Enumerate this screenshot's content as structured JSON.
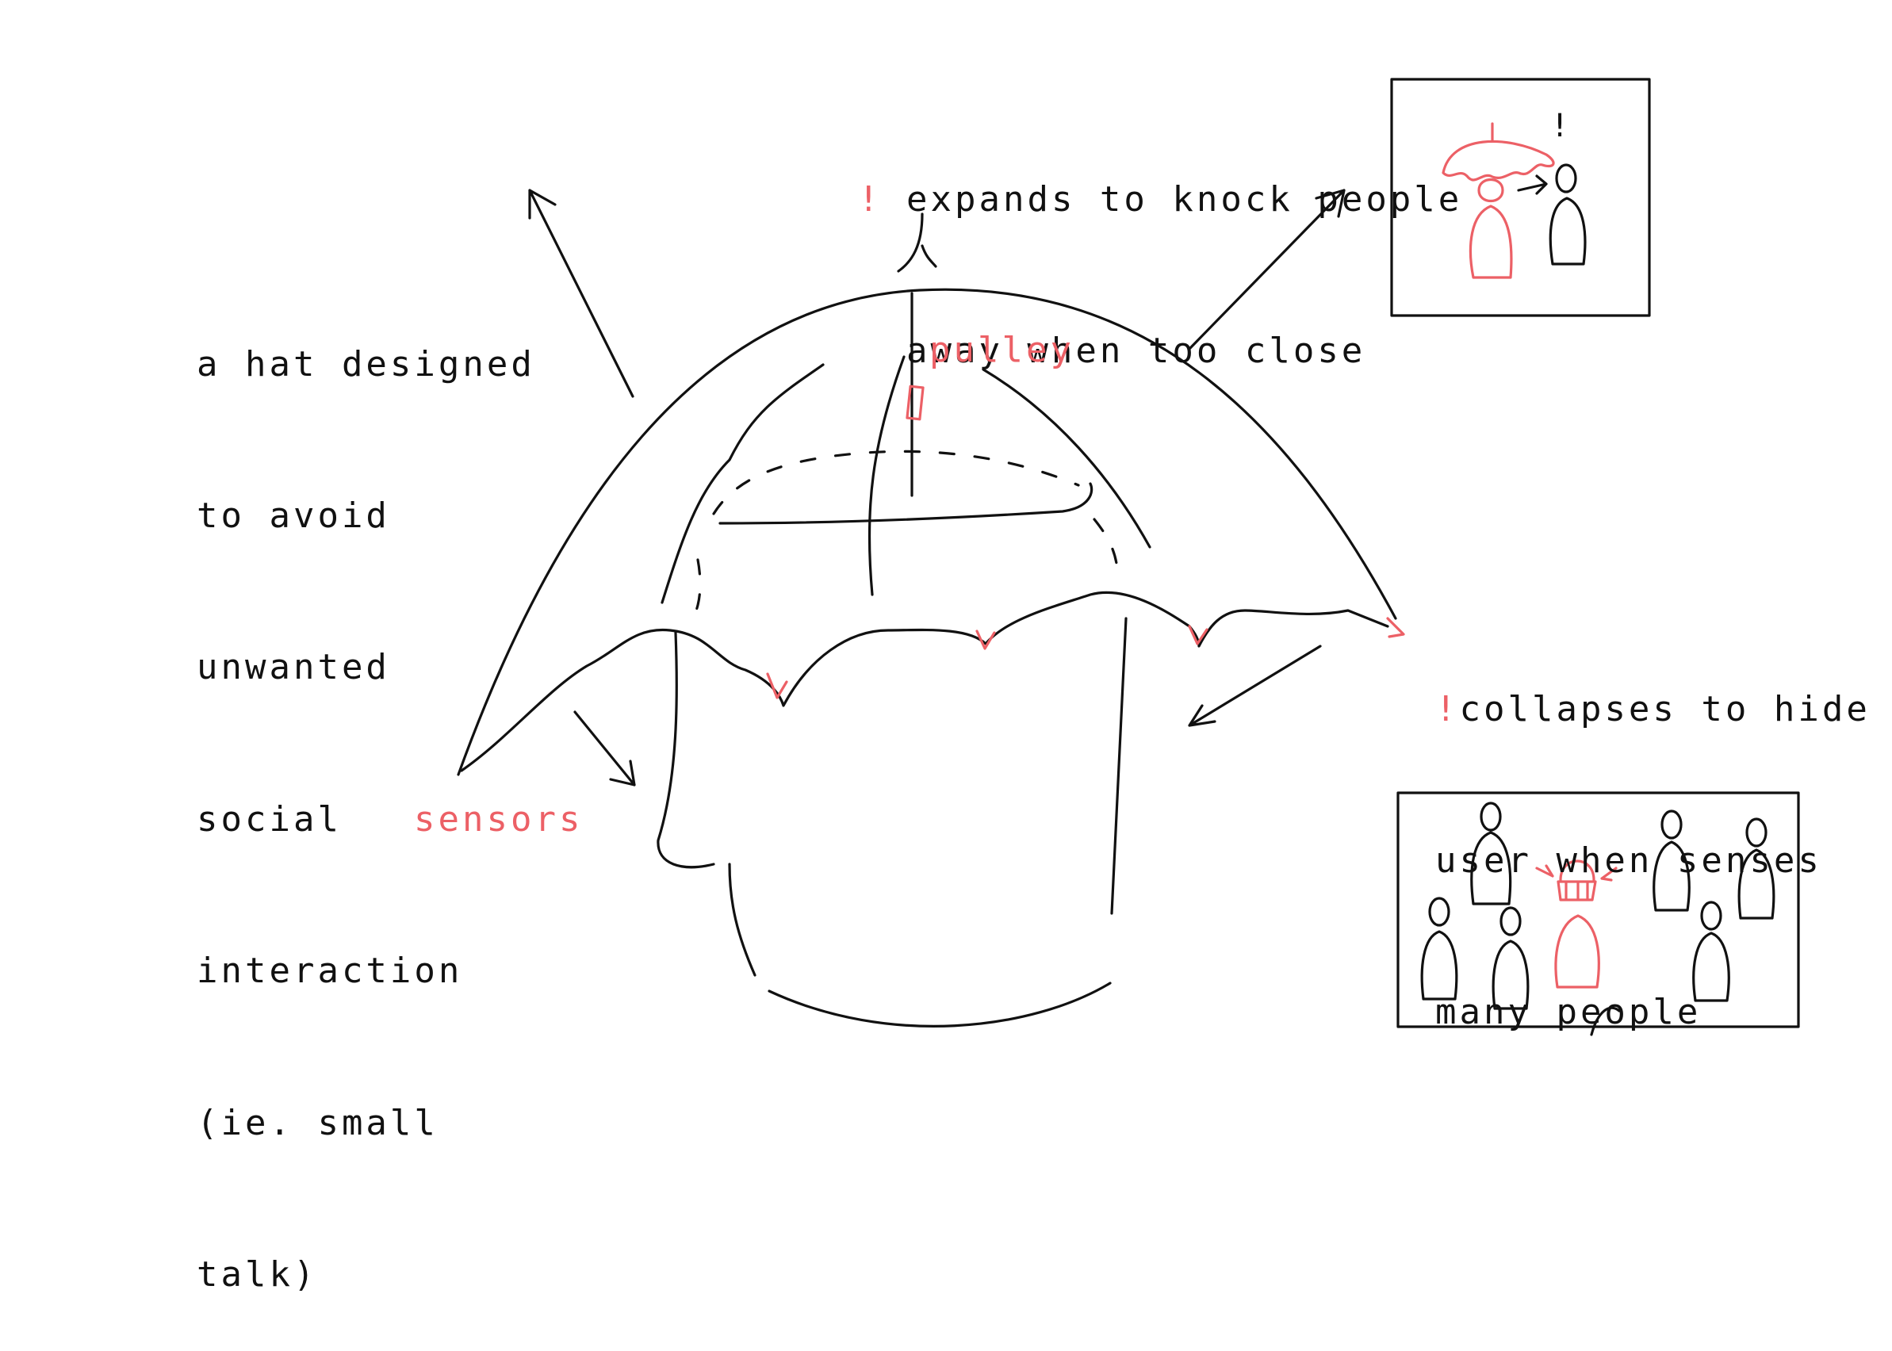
{
  "description": {
    "lines": [
      "a hat designed",
      "to avoid",
      "unwanted",
      "social",
      "interaction",
      "(ie. small",
      "talk)"
    ]
  },
  "notes": {
    "expand": {
      "mark": "!",
      "lines": [
        "expands to knock people",
        "away when too close"
      ]
    },
    "collapse": {
      "mark": "!",
      "lines": [
        "collapses to hide",
        "user when senses",
        "many people"
      ]
    }
  },
  "labels": {
    "pulley": "pulley",
    "sensors": "sensors"
  },
  "alert_mark": "!",
  "colors": {
    "ink": "#111111",
    "accent": "#ec6066",
    "background": "#ffffff"
  }
}
